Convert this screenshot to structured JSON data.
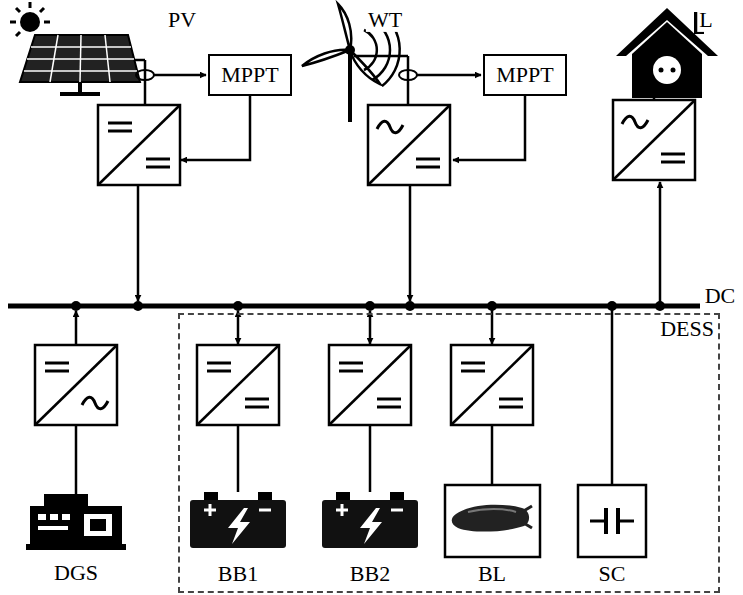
{
  "diagram": {
    "nodes": [
      {
        "text": [
          "MPPT"
        ]
      },
      {
        "text": [
          "MPPT"
        ]
      },
      {
        "text": [
          "DESS"
        ]
      }
    ],
    "labels": [
      "PV",
      "WT",
      "L",
      "DC",
      "DGS",
      "BB1",
      "BB2",
      "BL",
      "SC"
    ]
  }
}
